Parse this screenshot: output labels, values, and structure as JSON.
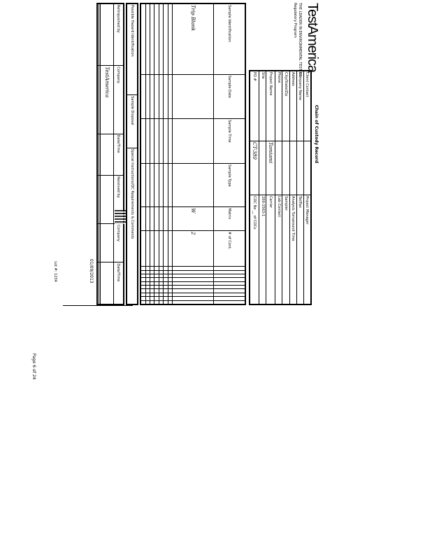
{
  "header": {
    "logo": "TestAmerica",
    "title": "Chain of Custody Record",
    "address": [
      "THE LEADER IN ENVIRONMENTAL TESTING",
      "Regulatory Program"
    ]
  },
  "client": {
    "labels": [
      "Client Contact",
      "Company Name",
      "Address",
      "City/State/Zip",
      "Phone",
      "Project Name",
      "Site",
      "PO #"
    ],
    "values": [
      "",
      "",
      "",
      "",
      "",
      "Tamiami",
      "",
      "CT-380"
    ]
  },
  "project": {
    "labels": [
      "Project Manager",
      "Tel/Fax",
      "Analysis Turnaround Time",
      "Sampler",
      "Lab Contact",
      "Carrier"
    ],
    "job": "200-1563-1",
    "coc_no": "COC No",
    "sheet": "of COCs"
  },
  "samples": {
    "headers": [
      "Sample Identification",
      "Sample Date",
      "Sample Time",
      "Sample Type",
      "Matrix",
      "# of Cont."
    ],
    "rows": [
      [
        "Trip Blank",
        "",
        "",
        "",
        "W",
        "2"
      ],
      [
        "",
        "",
        "",
        "",
        "",
        ""
      ],
      [
        "",
        "",
        "",
        "",
        "",
        ""
      ],
      [
        "",
        "",
        "",
        "",
        "",
        ""
      ],
      [
        "",
        "",
        "",
        "",
        "",
        ""
      ],
      [
        "",
        "",
        "",
        "",
        "",
        ""
      ],
      [
        "",
        "",
        "",
        "",
        "",
        ""
      ],
      [
        "",
        "",
        "",
        "",
        "",
        ""
      ]
    ]
  },
  "disposal": {
    "hazard": "Possible Hazard Identification",
    "disposal": "Sample Disposal",
    "special": "Special Instructions/QC Requirements & Comments"
  },
  "custody": {
    "headers": [
      "Relinquished by",
      "Company",
      "Date/Time",
      "Received by",
      "Company",
      "Date/Time"
    ],
    "rows": [
      [
        "",
        "TestAmerica",
        "",
        "",
        "",
        ""
      ],
      [
        "",
        "",
        "",
        "",
        "",
        ""
      ],
      [
        "",
        "",
        "",
        "",
        "",
        ""
      ]
    ]
  },
  "footer": {
    "page": "Page 6 of 24",
    "lot": "Lot #: 1234",
    "date": "01/09/2013"
  }
}
